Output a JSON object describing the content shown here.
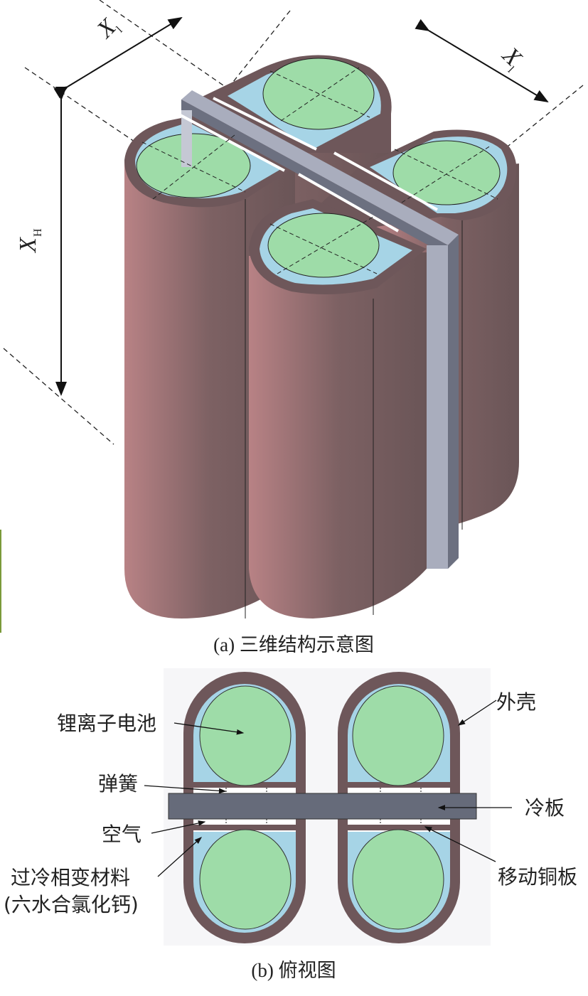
{
  "figure_a": {
    "caption": "(a) 三维结构示意图",
    "dimensions": {
      "width_1": {
        "main": "X",
        "sub": "l"
      },
      "width_2": {
        "main": "X",
        "sub": "l"
      },
      "height": {
        "main": "X",
        "sub": "H"
      }
    }
  },
  "figure_b": {
    "caption": "(b) 俯视图",
    "labels": {
      "battery": "锂离子电池",
      "shell": "外壳",
      "spring": "弹簧",
      "cold_plate": "冷板",
      "air": "空气",
      "pcm_line1": "过冷相变材料",
      "pcm_line2": "(六水合氯化钙)",
      "copper_plate": "移动铜板"
    }
  },
  "colors": {
    "shell": "#6e575a",
    "shell_light": "#b47f82",
    "pcm": "#a6d4e6",
    "battery": "#9edca8",
    "plate": "#666b7a"
  }
}
